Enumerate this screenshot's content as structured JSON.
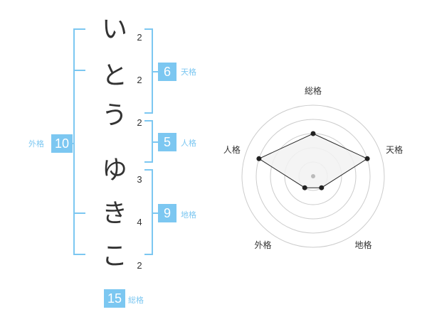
{
  "name_chart": {
    "characters": [
      {
        "char": "い",
        "strokes": "2"
      },
      {
        "char": "と",
        "strokes": "2"
      },
      {
        "char": "う",
        "strokes": "2"
      },
      {
        "char": "ゆ",
        "strokes": "3"
      },
      {
        "char": "き",
        "strokes": "4"
      },
      {
        "char": "こ",
        "strokes": "2"
      }
    ],
    "tenkaku": {
      "value": "6",
      "label": "天格"
    },
    "jinkaku": {
      "value": "5",
      "label": "人格"
    },
    "chikaku": {
      "value": "9",
      "label": "地格"
    },
    "gaikaku": {
      "value": "10",
      "label": "外格"
    },
    "soukaku": {
      "value": "15",
      "label": "総格"
    }
  },
  "colors": {
    "accent": "#7cc7f1",
    "text": "#333333",
    "ring": "#cccccc",
    "fill": "#f2f2f2"
  },
  "chart_data": {
    "type": "radar",
    "categories": [
      "総格",
      "天格",
      "地格",
      "外格",
      "人格"
    ],
    "values": [
      3,
      4,
      1,
      1,
      4
    ],
    "rmax": 5,
    "rings": 5
  }
}
